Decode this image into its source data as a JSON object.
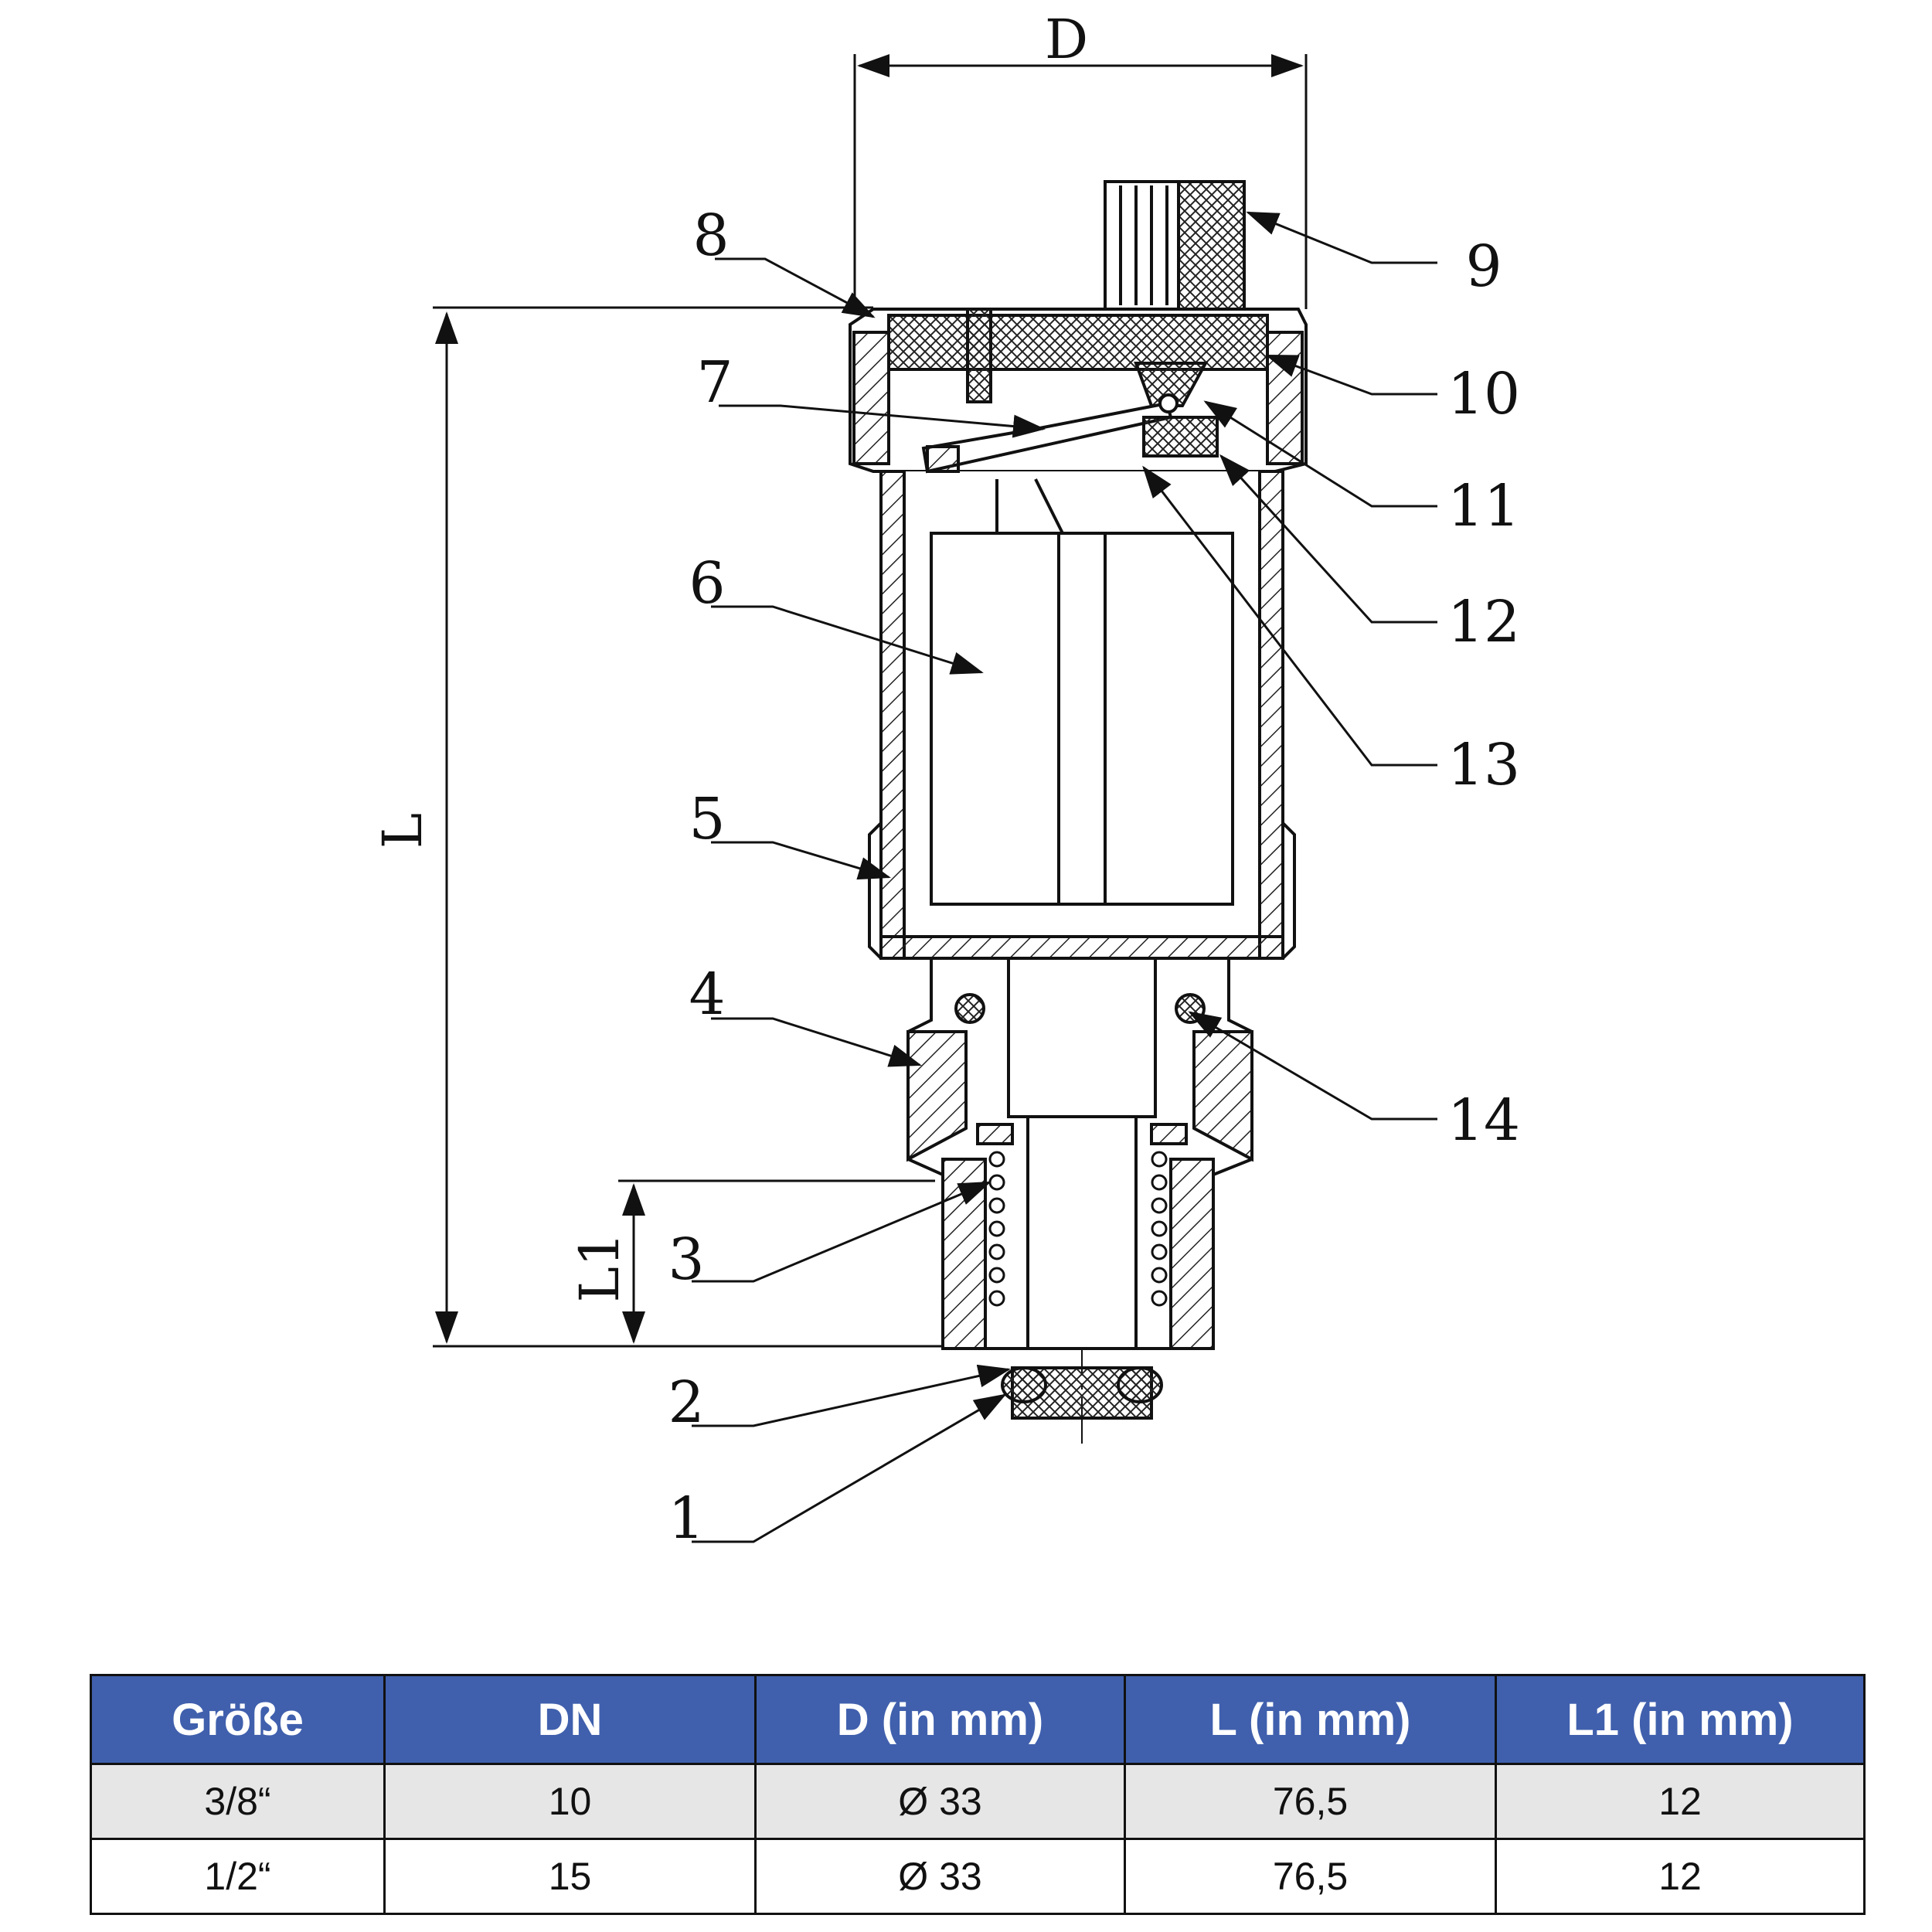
{
  "diagram": {
    "dimensions": {
      "d": "D",
      "l": "L",
      "l1": "L1"
    },
    "callouts": [
      "1",
      "2",
      "3",
      "4",
      "5",
      "6",
      "7",
      "8",
      "9",
      "10",
      "11",
      "12",
      "13",
      "14"
    ]
  },
  "table": {
    "headers": [
      "Größe",
      "DN",
      "D (in mm)",
      "L (in mm)",
      "L1 (in mm)"
    ],
    "rows": [
      [
        "3/8“",
        "10",
        "Ø 33",
        "76,5",
        "12"
      ],
      [
        "1/2“",
        "15",
        "Ø 33",
        "76,5",
        "12"
      ]
    ],
    "colors": {
      "header_bg": "#4060ad",
      "header_text": "#ffffff",
      "row_alt_bg": "#e6e6e6"
    }
  }
}
